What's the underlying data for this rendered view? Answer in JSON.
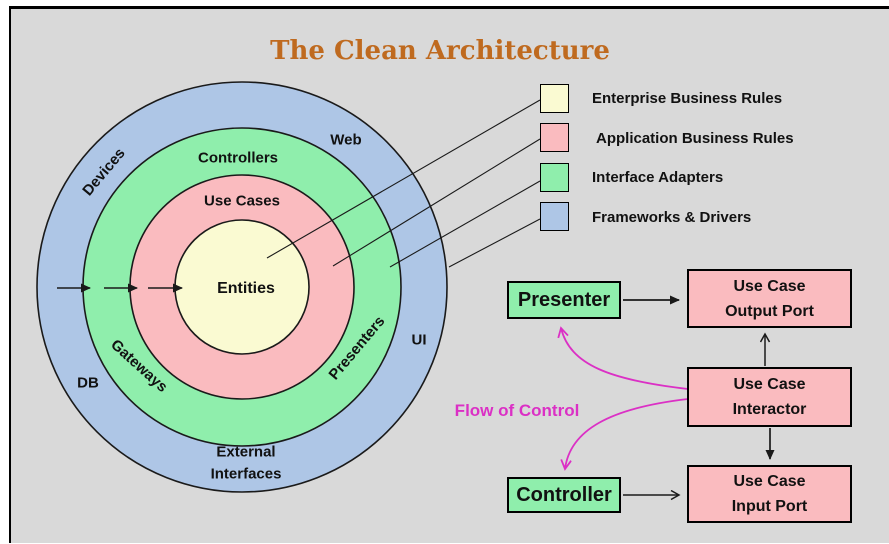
{
  "title": "The Clean Architecture",
  "colors": {
    "background": "#D9D9D9",
    "yellow": "#FAFAD2",
    "pink": "#FABBBF",
    "green": "#8FEEAC",
    "blue": "#AEC6E6",
    "title": "#BF6A1F",
    "magenta": "#DB30C5",
    "line": "#1A1A1A"
  },
  "rings": {
    "entities": "Entities",
    "use_cases": "Use Cases",
    "controllers": "Controllers",
    "gateways": "Gateways",
    "presenters": "Presenters",
    "web": "Web",
    "devices": "Devices",
    "db": "DB",
    "ui": "UI",
    "external_line1": "External",
    "external_line2": "Interfaces"
  },
  "legend": {
    "items": [
      {
        "label": "Enterprise Business Rules",
        "color": "#FAFAD2"
      },
      {
        "label": "Application Business Rules",
        "color": "#FABBBF"
      },
      {
        "label": "Interface Adapters",
        "color": "#8FEEAC"
      },
      {
        "label": "Frameworks & Drivers",
        "color": "#AEC6E6"
      }
    ]
  },
  "flow": {
    "control_label": "Flow of Control",
    "presenter": "Presenter",
    "controller": "Controller",
    "output_port": {
      "line1": "Use Case",
      "line2": "Output Port"
    },
    "interactor": {
      "line1": "Use Case",
      "line2": "Interactor"
    },
    "input_port": {
      "line1": "Use Case",
      "line2": "Input Port"
    }
  }
}
